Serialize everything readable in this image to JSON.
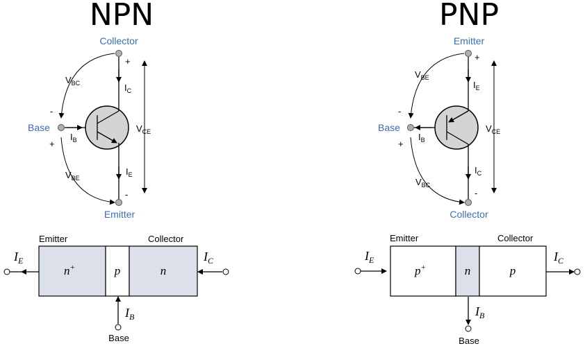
{
  "npn": {
    "title": "NPN",
    "collector": "Collector",
    "base": "Base",
    "emitter": "Emitter",
    "ic": "I",
    "ic_sub": "C",
    "ib": "I",
    "ib_sub": "B",
    "ie": "I",
    "ie_sub": "E",
    "vbc": "V",
    "vbc_sub": "BC",
    "vbe": "V",
    "vbe_sub": "BE",
    "vce": "V",
    "vce_sub": "CE",
    "plus": "+",
    "minus": "-",
    "block": {
      "emitter_label": "Emitter",
      "collector_label": "Collector",
      "base_label": "Base",
      "region1": "n",
      "region1_sup": "+",
      "region2": "p",
      "region3": "n",
      "ie": "I",
      "ie_sub": "E",
      "ic": "I",
      "ic_sub": "C",
      "ib": "I",
      "ib_sub": "B",
      "shade_color": "#dbe0ea"
    }
  },
  "pnp": {
    "title": "PNP",
    "emitter": "Emitter",
    "base": "Base",
    "collector": "Collector",
    "ie": "I",
    "ie_sub": "E",
    "ib": "I",
    "ib_sub": "B",
    "ic": "I",
    "ic_sub": "C",
    "vbe": "V",
    "vbe_sub": "BE",
    "vbc": "V",
    "vbc_sub": "BC",
    "vce": "V",
    "vce_sub": "CE",
    "plus": "+",
    "minus": "-",
    "block": {
      "emitter_label": "Emitter",
      "collector_label": "Collector",
      "base_label": "Base",
      "region1": "p",
      "region1_sup": "+",
      "region2": "n",
      "region3": "p",
      "ie": "I",
      "ie_sub": "E",
      "ic": "I",
      "ic_sub": "C",
      "ib": "I",
      "ib_sub": "B",
      "shade_color": "#dbe0ea"
    }
  },
  "colors": {
    "label_blue": "#3a6fb6",
    "terminal_gray": "#b0b0b0",
    "transistor_gray": "#d4d4d4"
  }
}
